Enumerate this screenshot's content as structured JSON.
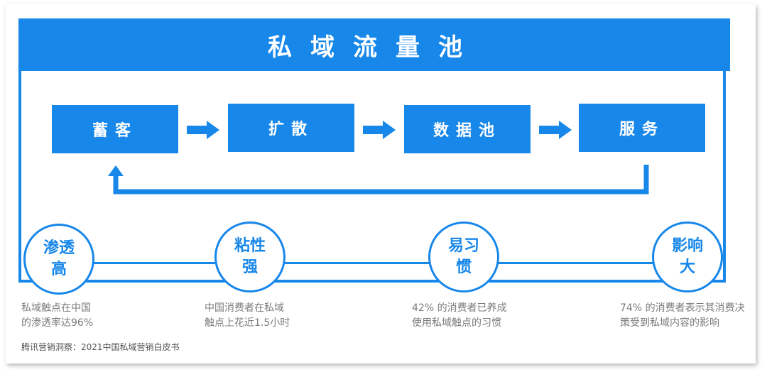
{
  "title": "私域流量池",
  "steps": [
    "蓄客",
    "扩散",
    "数据池",
    "服务"
  ],
  "features": [
    {
      "name": "渗透\n高",
      "desc": "私域触点在中国\n的渗透率达96%"
    },
    {
      "name": "粘性\n强",
      "desc": "中国消费者在私域\n触点上花近1.5小时"
    },
    {
      "name": "易习\n惯",
      "desc": "42% 的消费者已养成\n使用私域触点的习惯"
    },
    {
      "name": "影响\n大",
      "desc": "74% 的消费者表示其消费决\n策受到私域内容的影响"
    }
  ],
  "source": "腾讯营销洞察：2021中国私域营销白皮书",
  "colors": {
    "accent": "#1787ea",
    "text_muted": "#7b7b7b"
  }
}
